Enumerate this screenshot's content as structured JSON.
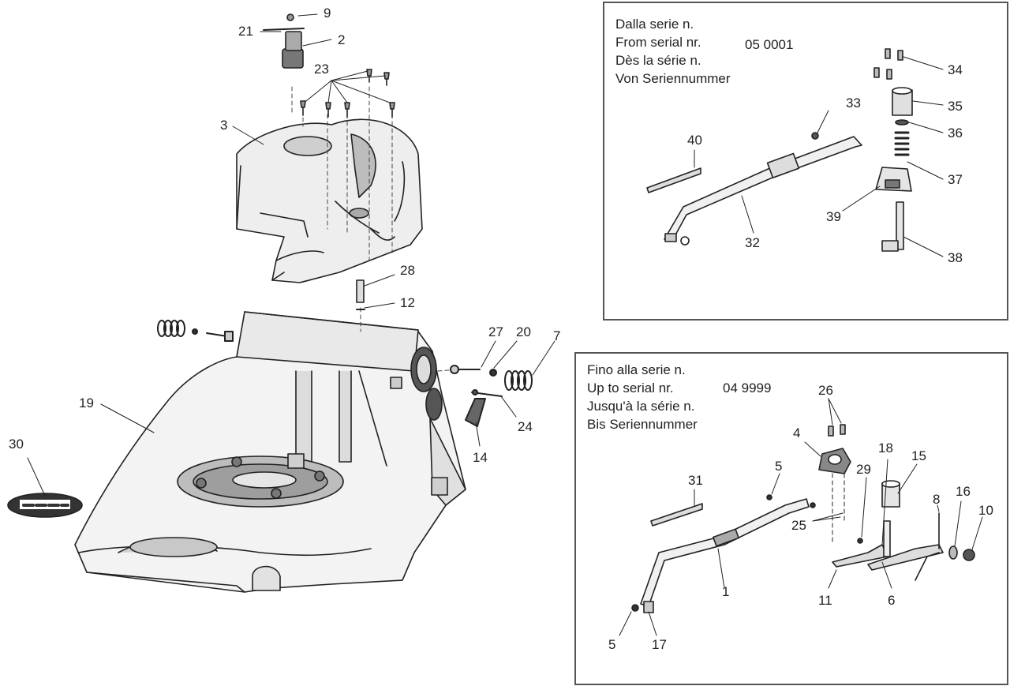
{
  "labels": {
    "p1": "1",
    "p2": "2",
    "p3": "3",
    "p4": "4",
    "p5a": "5",
    "p5b": "5",
    "p6": "6",
    "p7": "7",
    "p8": "8",
    "p9": "9",
    "p10": "10",
    "p11": "11",
    "p12": "12",
    "p14": "14",
    "p15": "15",
    "p16": "16",
    "p17": "17",
    "p18": "18",
    "p19": "19",
    "p20": "20",
    "p21": "21",
    "p23": "23",
    "p24": "24",
    "p25": "25",
    "p26": "26",
    "p27": "27",
    "p28": "28",
    "p29": "29",
    "p30": "30",
    "p31": "31",
    "p32": "32",
    "p33": "33",
    "p34": "34",
    "p35": "35",
    "p36": "36",
    "p37": "37",
    "p38": "38",
    "p39": "39",
    "p40": "40"
  },
  "from_box": {
    "lines": [
      "Dalla serie n.",
      "From serial nr.",
      "Dès la série n.",
      "Von Seriennummer"
    ],
    "serial": "05 0001"
  },
  "upto_box": {
    "lines": [
      "Fino alla serie n.",
      "Up to serial nr.",
      "Jusqu'à la série n.",
      "Bis Seriennummer"
    ],
    "serial": "04 9999"
  },
  "colors": {
    "ink": "#222222",
    "shade": "#9a9a9a",
    "light": "#d8d8d8",
    "frame": "#555555"
  }
}
